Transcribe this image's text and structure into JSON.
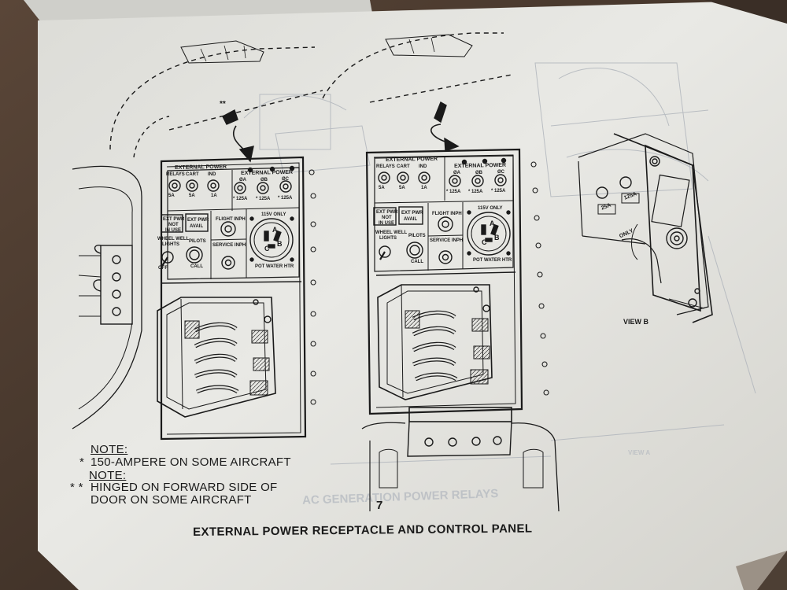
{
  "notes": [
    {
      "heading": "NOTE:",
      "marker": "*",
      "text": "150-AMPERE ON SOME AIRCRAFT"
    },
    {
      "heading": "NOTE:",
      "marker": "* *",
      "text_line1": "HINGED ON FORWARD SIDE OF",
      "text_line2": "DOOR ON SOME AIRCRAFT"
    }
  ],
  "page_number": "7",
  "caption": "EXTERNAL POWER RECEPTACLE AND CONTROL PANEL",
  "left_panel": {
    "double_asterisk": "**",
    "relays_section": {
      "title": "EXTERNAL POWER",
      "labels": [
        "RELAYS",
        "CART",
        "IND"
      ],
      "ratings": [
        "5A",
        "5A",
        "1A"
      ]
    },
    "phase_section": {
      "title": "EXTERNAL POWER",
      "labels": [
        "ØA",
        "ØB",
        "ØC"
      ],
      "ratings": [
        "* 125A",
        "* 125A",
        "* 125A"
      ]
    },
    "ext_pwr_not_in_use": [
      "EXT PWR",
      "NOT",
      "IN USE"
    ],
    "ext_pwr_avail": [
      "EXT PWR",
      "AVAIL"
    ],
    "flight_interphone": "FLIGHT INPH",
    "service_interphone": "SERVICE INPH",
    "outlet": "115V ONLY",
    "potable_water": "POT WATER HTR",
    "wheel_well_lights": [
      "WHEEL WELL",
      "LIGHTS"
    ],
    "pilots_call": [
      "PILOTS",
      "CALL"
    ],
    "off": "OFF",
    "receptacle_pins": [
      "A",
      "B",
      "C"
    ]
  },
  "right_panel": {
    "relays_section": {
      "title": "EXTERNAL POWER",
      "labels": [
        "RELAYS",
        "CART",
        "IND"
      ],
      "ratings": [
        "5A",
        "5A",
        "1A"
      ]
    },
    "phase_section": {
      "title": "EXTERNAL POWER",
      "labels": [
        "ØA",
        "ØB",
        "ØC"
      ],
      "ratings": [
        "* 125A",
        "* 125A",
        "* 125A"
      ]
    },
    "ext_pwr_not_in_use": [
      "EXT PWR",
      "NOT",
      "IN USE"
    ],
    "ext_pwr_avail": [
      "EXT PWR",
      "AVAIL"
    ],
    "flight_interphone": "FLIGHT INPH",
    "service_interphone": "SERVICE INPH",
    "outlet": "115V ONLY",
    "potable_water": "POT WATER HTR",
    "wheel_well_lights": [
      "WHEEL WELL",
      "LIGHTS"
    ],
    "pilots_call": [
      "PILOTS",
      "CALL"
    ],
    "receptacle_pins": [
      "A",
      "B",
      "C"
    ]
  },
  "view_b": {
    "label": "VIEW B",
    "ratings": [
      "25A",
      "125A"
    ],
    "only": "ONLY"
  },
  "bleed_through": {
    "heading": "AC GENERATION POWER RELAYS",
    "subheading": "VIEW A"
  }
}
